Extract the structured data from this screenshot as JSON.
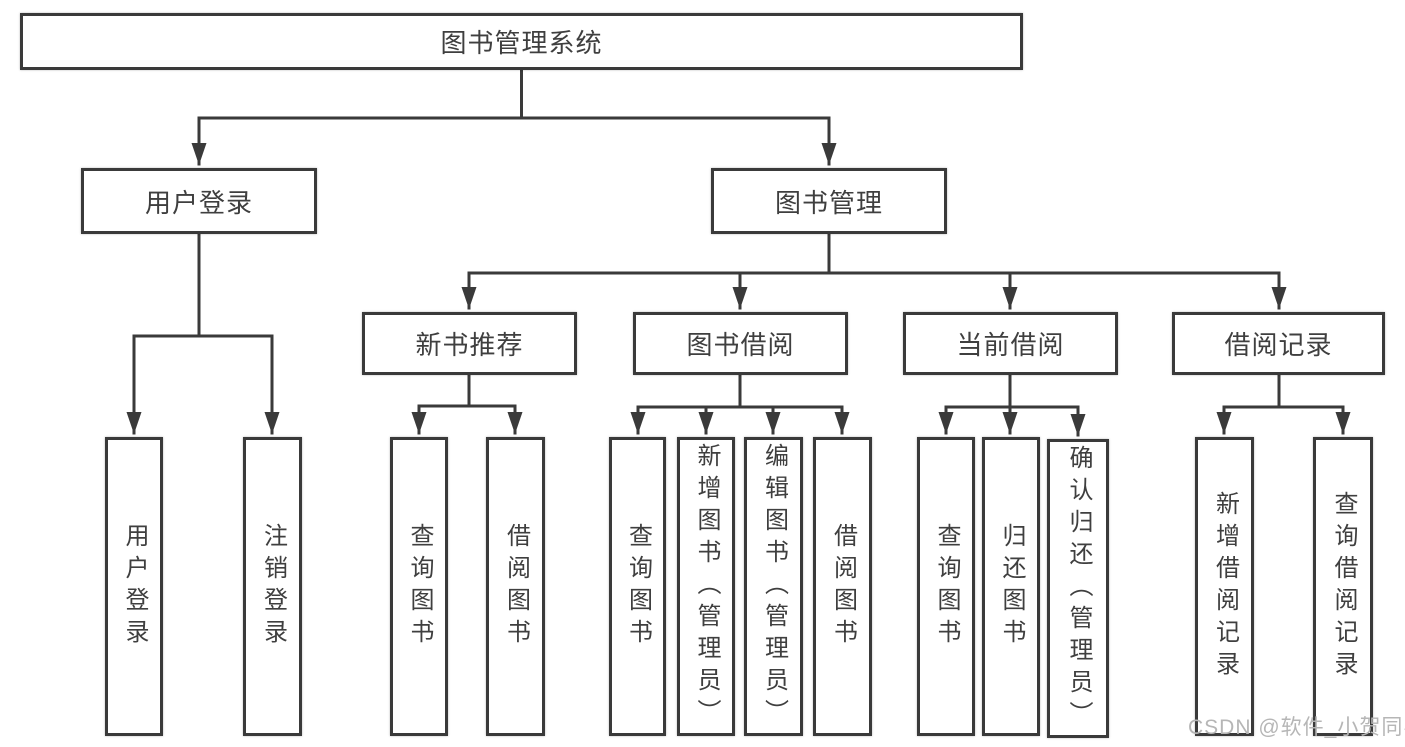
{
  "root": {
    "label": "图书管理系统"
  },
  "modules": [
    {
      "label": "用户登录",
      "leaves": [
        {
          "label": "用户登录"
        },
        {
          "label": "注销登录"
        }
      ]
    },
    {
      "label": "图书管理",
      "submodules": [
        {
          "label": "新书推荐",
          "leaves": [
            {
              "label": "查询图书"
            },
            {
              "label": "借阅图书"
            }
          ]
        },
        {
          "label": "图书借阅",
          "leaves": [
            {
              "label": "查询图书"
            },
            {
              "label": "新增图书（管理员）"
            },
            {
              "label": "编辑图书（管理员）"
            },
            {
              "label": "借阅图书"
            }
          ]
        },
        {
          "label": "当前借阅",
          "leaves": [
            {
              "label": "查询图书"
            },
            {
              "label": "归还图书"
            },
            {
              "label": "确认归还（管理员）"
            }
          ]
        },
        {
          "label": "借阅记录",
          "leaves": [
            {
              "label": "新增借阅记录"
            },
            {
              "label": "查询借阅记录"
            }
          ]
        }
      ]
    }
  ],
  "watermark": {
    "text": "CSDN @软件_小贺同学"
  },
  "colors": {
    "line": "#3a3a3a",
    "text": "#3f3f3f",
    "watermark": "#b6b6b6",
    "background": "#ffffff"
  }
}
